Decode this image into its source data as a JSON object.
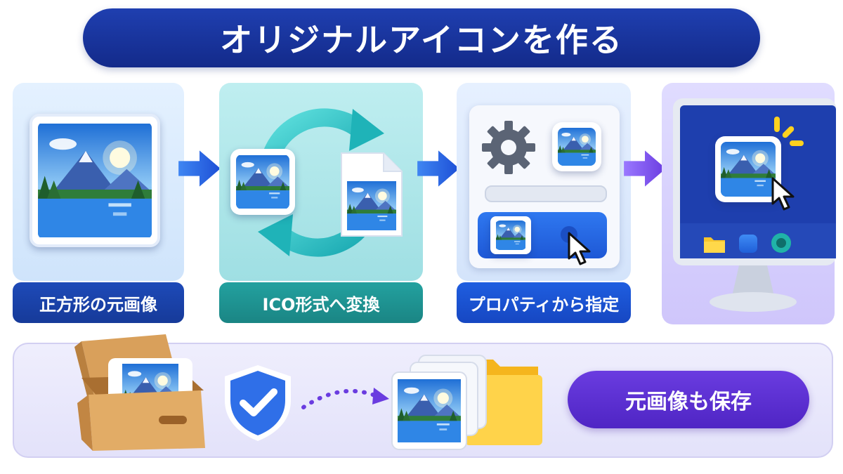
{
  "title": "オリジナルアイコンを作る",
  "steps": [
    {
      "label": "正方形の元画像"
    },
    {
      "label": "ICO形式へ変換"
    },
    {
      "label": "プロパティから指定"
    }
  ],
  "bottom": {
    "label": "元画像も保存"
  },
  "icons": [
    "landscape-image-icon",
    "arrow-right-icon",
    "convert-cycle-icon",
    "ico-file-icon",
    "gear-icon",
    "cursor-icon",
    "monitor-icon",
    "folder-icon",
    "wooden-box-icon",
    "shield-check-icon",
    "image-stack-icon"
  ],
  "colors": {
    "title_bg": "#132a8a",
    "step1": "#163a99",
    "step2": "#1a8584",
    "step3": "#1647c2",
    "bottom_pill": "#4f25c4",
    "arrow_blue": "#2563eb",
    "arrow_purple": "#7c4dff"
  }
}
